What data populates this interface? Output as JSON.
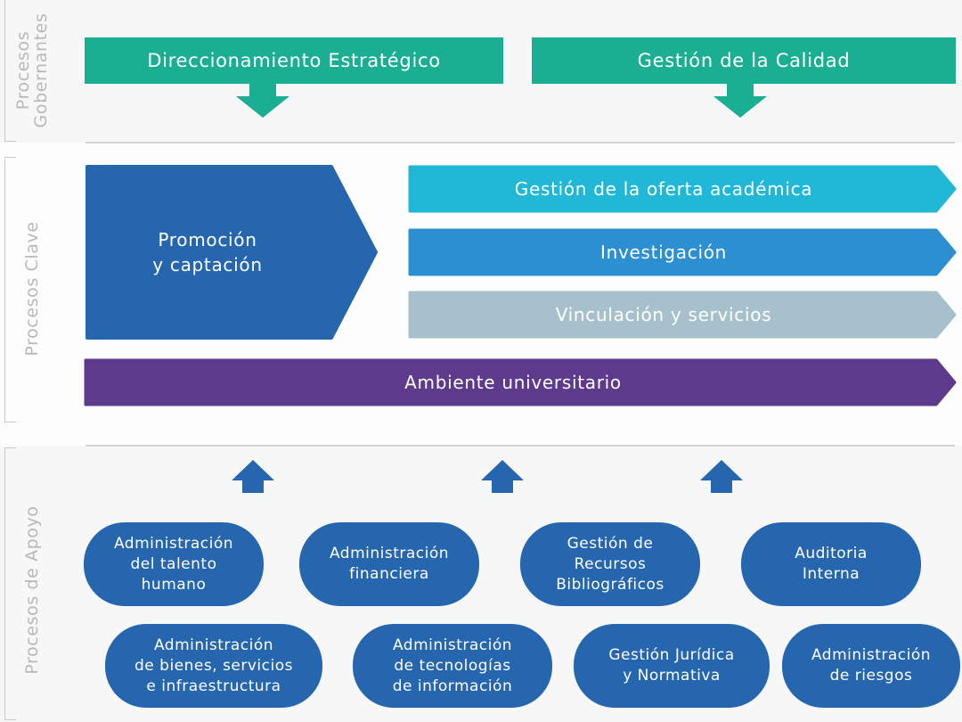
{
  "sections": {
    "gobernantes_line1": "Procesos",
    "gobernantes_line2": "Gobernantes",
    "clave": "Procesos Clave",
    "apoyo": "Procesos de Apoyo"
  },
  "gobernantes": {
    "left": "Direccionamiento Estratégico",
    "right": "Gestión de la Calidad"
  },
  "clave": {
    "promocion_line1": "Promoción",
    "promocion_line2": "y captación",
    "oferta": "Gestión de la oferta académica",
    "investigacion": "Investigación",
    "vinculacion": "Vinculación y servicios",
    "ambiente": "Ambiente universitario"
  },
  "apoyo": {
    "row1": [
      "Administración\ndel talento\nhumano",
      "Administración\nfinanciera",
      "Gestión de\nRecursos\nBibliográficos",
      "Auditoria\nInterna"
    ],
    "row2": [
      "Administración\nde bienes, servicios\ne infraestructura",
      "Administración\nde tecnologías\nde información",
      "Gestión Jurídica\ny Normativa",
      "Administración\nde riesgos"
    ]
  },
  "colors": {
    "green": "#1aaf93",
    "dark_blue": "#2566ae",
    "cyan": "#20b8d6",
    "mid_blue": "#2b8fd1",
    "gray_blue": "#a6c1cc",
    "purple": "#5e3a8c"
  }
}
